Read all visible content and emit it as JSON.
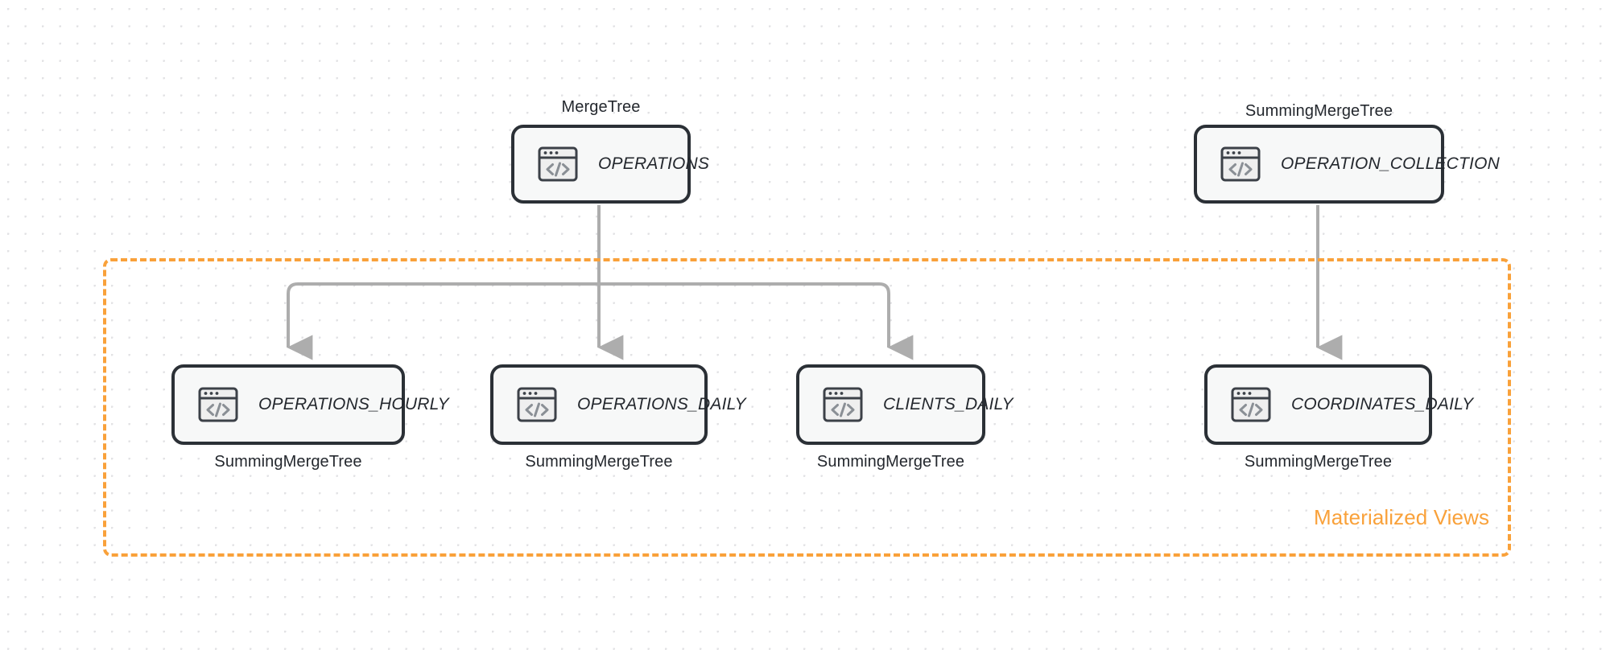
{
  "diagram": {
    "title": "ClickHouse table and materialized view topology",
    "colors": {
      "accent": "#f9a13a",
      "node_border": "#2b3036",
      "node_fill": "#f7f8f8",
      "edge": "#adadad",
      "background": "#ffffff",
      "grid_dot": "#e2e2e4",
      "text": "#24282e"
    },
    "group": {
      "label": "Materialized Views"
    },
    "source_nodes": [
      {
        "id": "operations",
        "label": "OPERATIONS",
        "engine": "MergeTree",
        "icon": "code-window-icon"
      },
      {
        "id": "operation_collection",
        "label": "OPERATION_COLLECTION",
        "engine": "SummingMergeTree",
        "icon": "code-window-icon"
      }
    ],
    "view_nodes": [
      {
        "id": "operations_hourly",
        "label": "OPERATIONS_HOURLY",
        "engine": "SummingMergeTree",
        "icon": "code-window-icon"
      },
      {
        "id": "operations_daily",
        "label": "OPERATIONS_DAILY",
        "engine": "SummingMergeTree",
        "icon": "code-window-icon"
      },
      {
        "id": "clients_daily",
        "label": "CLIENTS_DAILY",
        "engine": "SummingMergeTree",
        "icon": "code-window-icon"
      },
      {
        "id": "coordinates_daily",
        "label": "COORDINATES_DAILY",
        "engine": "SummingMergeTree",
        "icon": "code-window-icon"
      }
    ],
    "edges": [
      {
        "from": "operations",
        "to": "operations_hourly"
      },
      {
        "from": "operations",
        "to": "operations_daily"
      },
      {
        "from": "operations",
        "to": "clients_daily"
      },
      {
        "from": "operation_collection",
        "to": "coordinates_daily"
      }
    ]
  }
}
